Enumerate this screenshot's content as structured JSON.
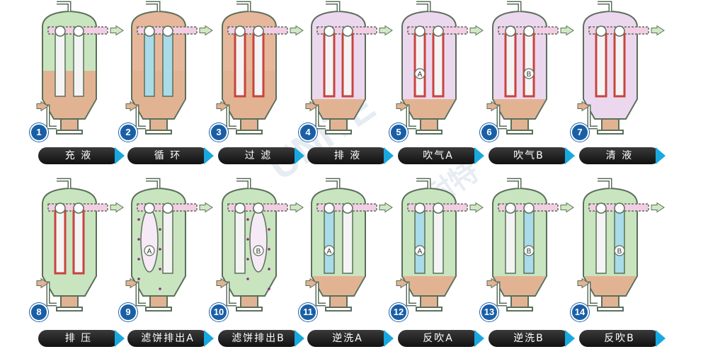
{
  "watermark": {
    "brand": "UNITE",
    "chinese": "优耐特"
  },
  "steps": [
    {
      "number": "1",
      "label": "充 液",
      "housing": "green",
      "liquid": "full",
      "elements": "two",
      "active": "none"
    },
    {
      "number": "2",
      "label": "循 环",
      "housing": "orange",
      "liquid": "full",
      "elements": "cone",
      "active": "none"
    },
    {
      "number": "3",
      "label": "过 滤",
      "housing": "orange",
      "liquid": "full",
      "elements": "cake",
      "active": "none"
    },
    {
      "number": "4",
      "label": "排 液",
      "housing": "purple",
      "liquid": "bottom",
      "elements": "cake",
      "active": "none"
    },
    {
      "number": "5",
      "label": "吹气A",
      "housing": "purple",
      "liquid": "bottom",
      "elements": "cake",
      "active": "A"
    },
    {
      "number": "6",
      "label": "吹气B",
      "housing": "purple",
      "liquid": "bottom",
      "elements": "cake",
      "active": "B"
    },
    {
      "number": "7",
      "label": "清 液",
      "housing": "purple",
      "liquid": "none",
      "elements": "cake",
      "active": "none"
    },
    {
      "number": "8",
      "label": "排 压",
      "housing": "green",
      "liquid": "none",
      "elements": "cake",
      "active": "none"
    },
    {
      "number": "9",
      "label": "滤饼排出A",
      "housing": "green",
      "liquid": "none",
      "elements": "discharge",
      "active": "A"
    },
    {
      "number": "10",
      "label": "滤饼排出B",
      "housing": "green",
      "liquid": "none",
      "elements": "discharge",
      "active": "B"
    },
    {
      "number": "11",
      "label": "逆洗A",
      "housing": "green",
      "liquid": "bottom",
      "elements": "wash",
      "active": "A"
    },
    {
      "number": "12",
      "label": "反吹A",
      "housing": "green",
      "liquid": "bottom",
      "elements": "wash",
      "active": "A"
    },
    {
      "number": "13",
      "label": "逆洗B",
      "housing": "green",
      "liquid": "bottom",
      "elements": "wash",
      "active": "B"
    },
    {
      "number": "14",
      "label": "反吹B",
      "housing": "green",
      "liquid": "bottom",
      "elements": "wash",
      "active": "B"
    }
  ],
  "colors": {
    "green": "#c9e5bf",
    "orange": "#e6b79a",
    "purple": "#ecd8ee",
    "liquid": "#e2b393",
    "outline": "#5b6f5b",
    "cake": "#c8433f",
    "element_blue": "#a9dbe8",
    "pipe_pink": "#f3cde4",
    "label_arrow": "#18a8e0",
    "badge": "#1a5fa6",
    "sludge": "#8e2a80"
  }
}
